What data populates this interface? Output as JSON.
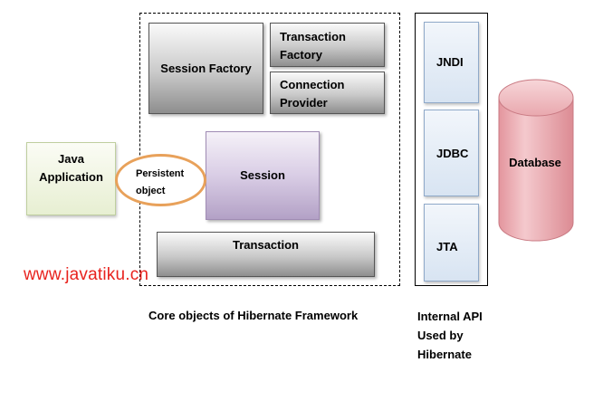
{
  "diagram": {
    "java_application": "Java\nApplication",
    "persistent_object": "Persistent\nobject",
    "session_factory": "Session Factory",
    "transaction_factory": "Transaction\nFactory",
    "connection_provider": "Connection\nProvider",
    "session": "Session",
    "transaction": "Transaction",
    "api": {
      "jndi": "JNDI",
      "jdbc": "JDBC",
      "jta": "JTA"
    },
    "database": "Database"
  },
  "captions": {
    "core": "Core objects of Hibernate Framework",
    "internal_api": "Internal API\nUsed by\nHibernate"
  },
  "watermark": "www.javatiku.cn",
  "colors": {
    "gray_box": "#c9c9c9",
    "session_box": "#d9cde5",
    "java_app_box": "#e7efd2",
    "api_box": "#d8e4f2",
    "database": "#e9a8ae",
    "persistent_outline": "#e8a15a",
    "watermark": "#e8231e"
  }
}
